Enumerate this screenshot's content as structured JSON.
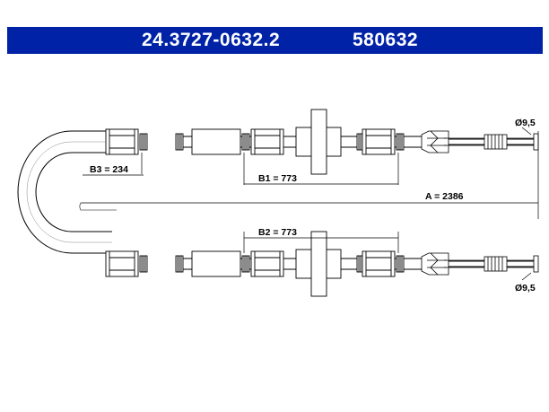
{
  "header": {
    "part_number": "24.3727-0632.2",
    "ref_number": "580632",
    "background": "#0022a6",
    "text_color": "#ffffff"
  },
  "dimensions": {
    "b3": "B3 = 234",
    "b1": "B1 = 773",
    "b2": "B2 = 773",
    "a": "A = 2386",
    "dia_top": "Ø9,5",
    "dia_bottom": "Ø9,5"
  }
}
